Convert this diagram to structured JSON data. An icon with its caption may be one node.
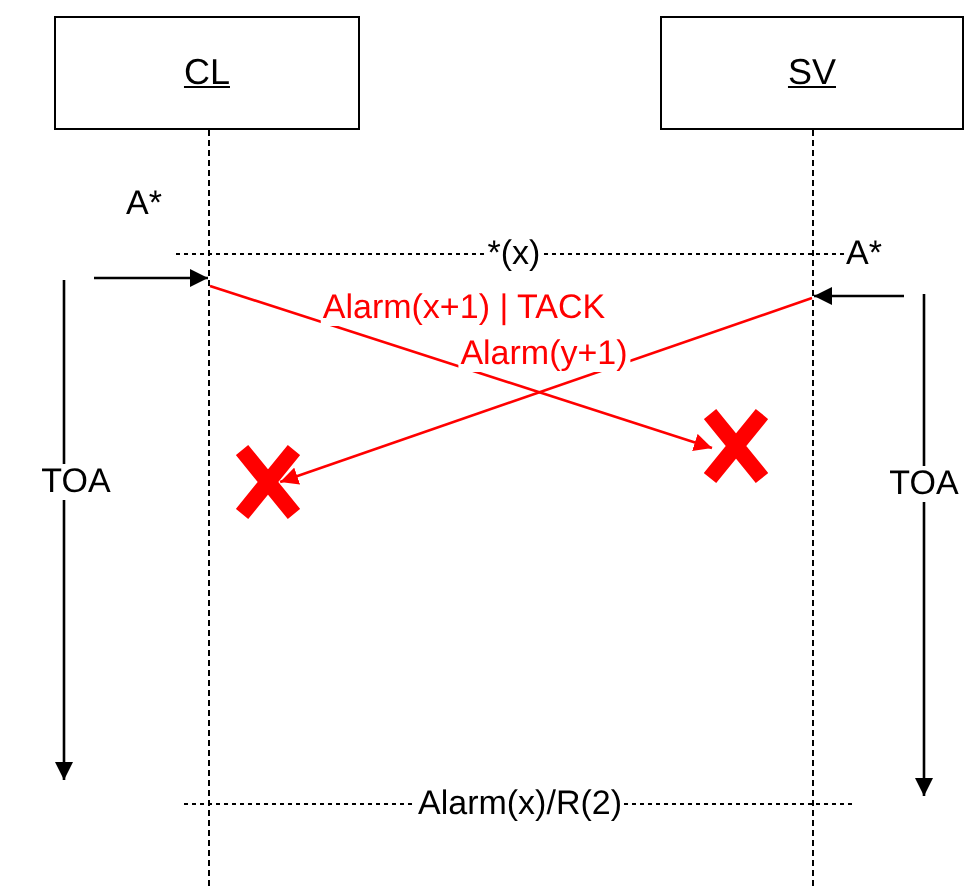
{
  "diagram": {
    "nodes": [
      {
        "text": [
          "CL"
        ]
      },
      {
        "text": [
          "SV"
        ]
      },
      {
        "text": [],
        "shape": "line"
      },
      {
        "text": [],
        "shape": "line"
      },
      {
        "text": [],
        "shape": "cross"
      },
      {
        "text": [],
        "shape": "cross"
      }
    ],
    "edges": [
      {
        "from": null,
        "to": 2,
        "arrow": "to",
        "label": "A*"
      },
      {
        "from": null,
        "to": 3,
        "arrow": "to",
        "label": "A*"
      },
      {
        "from": 2,
        "to": 5,
        "arrow": "to",
        "label": "Alarm(x+1) | TACK",
        "color": "#ff0000"
      },
      {
        "from": 3,
        "to": 4,
        "arrow": "to",
        "label": "Alarm(y+1)",
        "color": "#ff0000"
      }
    ],
    "labels": [
      "*(x)",
      "TOA",
      "TOA",
      "Alarm(x)/R(2)"
    ]
  }
}
